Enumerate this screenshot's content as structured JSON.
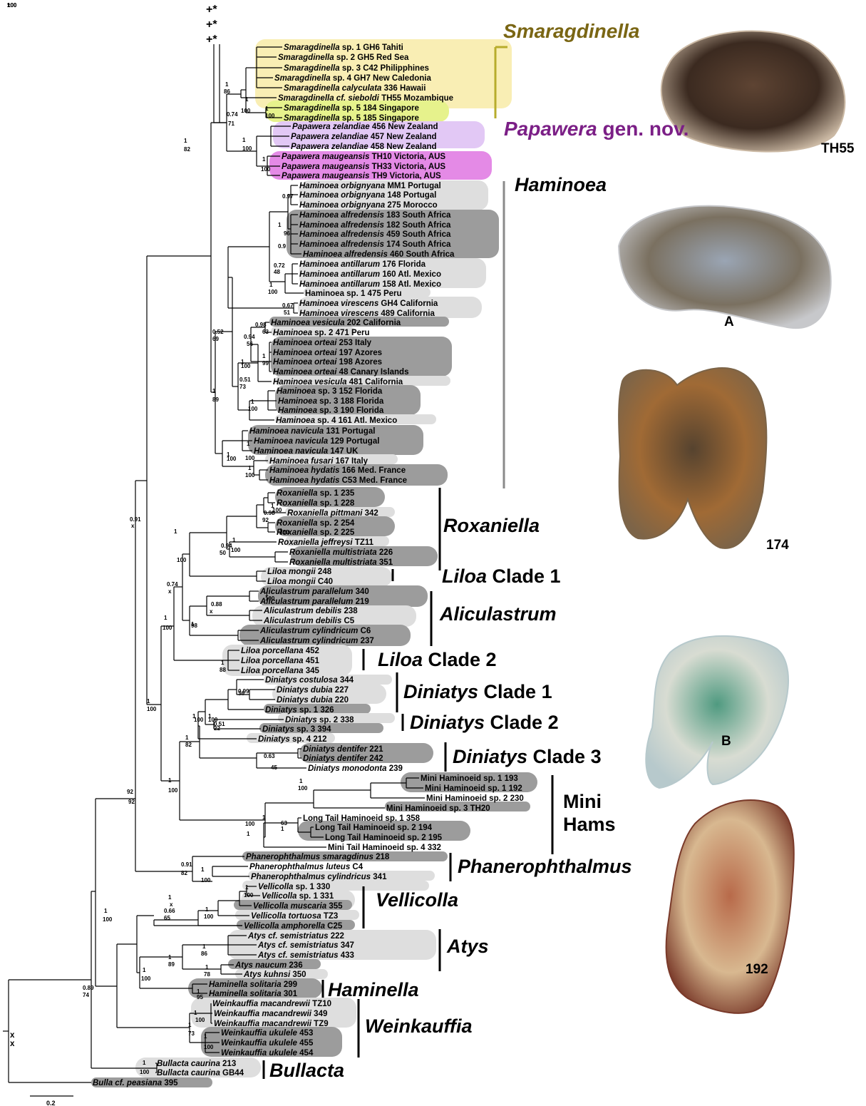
{
  "root_markers": {
    "top": "x",
    "bottom": "x"
  },
  "star_rows": [
    "+*",
    "+*",
    "+*"
  ],
  "scale_bar_label": "0.2",
  "taxa": [
    {
      "genus": "Smaragdinella",
      "rest": "sp. 1 GH6 Tahiti"
    },
    {
      "genus": "Smaragdinella",
      "rest": "sp. 2 GH5 Red Sea"
    },
    {
      "genus": "Smaragdinella",
      "rest": "sp. 3 C42 Philipphines"
    },
    {
      "genus": "Smaragdinella",
      "rest": "sp. 4 GH7 New Caledonia"
    },
    {
      "genus": "Smaragdinella calyculata",
      "rest": "336 Hawaii"
    },
    {
      "genus": "Smaragdinella cf. sieboldi",
      "rest": "TH55 Mozambique"
    },
    {
      "genus": "Smaragdinella",
      "rest": "sp. 5 184 Singapore"
    },
    {
      "genus": "Smaragdinella",
      "rest": "sp. 5 185 Singapore"
    },
    {
      "genus": "Papawera zelandiae",
      "rest": "456 New Zealand"
    },
    {
      "genus": "Papawera zelandiae",
      "rest": "457 New Zealand"
    },
    {
      "genus": "Papawera zelandiae",
      "rest": "458 New Zealand"
    },
    {
      "genus": "Papawera maugeansis",
      "rest": "TH10 Victoria, AUS"
    },
    {
      "genus": "Papawera maugeansis",
      "rest": "TH33 Victoria, AUS"
    },
    {
      "genus": "Papawera maugeansis",
      "rest": "TH9 Victoria, AUS"
    },
    {
      "genus": "Haminoea orbignyana",
      "rest": "MM1 Portugal"
    },
    {
      "genus": "Haminoea orbignyana",
      "rest": "148 Portugal"
    },
    {
      "genus": "Haminoea orbignyana",
      "rest": "275 Morocco"
    },
    {
      "genus": "Haminoea alfredensis",
      "rest": "183 South Africa"
    },
    {
      "genus": "Haminoea alfredensis",
      "rest": "182 South Africa"
    },
    {
      "genus": "Haminoea alfredensis",
      "rest": "459 South Africa"
    },
    {
      "genus": "Haminoea alfredensis",
      "rest": "174 South Africa"
    },
    {
      "genus": "Haminoea alfredensis",
      "rest": "460 South Africa"
    },
    {
      "genus": "Haminoea antillarum",
      "rest": "176 Florida"
    },
    {
      "genus": "Haminoea antillarum",
      "rest": "160 Atl. Mexico"
    },
    {
      "genus": "Haminoea antillarum",
      "rest": "158 Atl. Mexico"
    },
    {
      "genus": "",
      "rest": "Haminoea sp. 1 475 Peru"
    },
    {
      "genus": "Haminoea virescens",
      "rest": "GH4 California"
    },
    {
      "genus": "Haminoea virescens",
      "rest": "489 California"
    },
    {
      "genus": "Haminoea vesicula",
      "rest": "202 California"
    },
    {
      "genus": "Haminoea",
      "rest": "sp. 2 471 Peru"
    },
    {
      "genus": "Haminoea orteai",
      "rest": "253 Italy"
    },
    {
      "genus": "Haminoea orteai",
      "rest": "197 Azores"
    },
    {
      "genus": "Haminoea orteai",
      "rest": "198 Azores"
    },
    {
      "genus": "Haminoea orteai",
      "rest": "48 Canary Islands"
    },
    {
      "genus": "Haminoea vesicula",
      "rest": "481 California"
    },
    {
      "genus": "Haminoea",
      "rest": "sp. 3 152 Florida"
    },
    {
      "genus": "Haminoea",
      "rest": "sp. 3 188 Florida"
    },
    {
      "genus": "Haminoea",
      "rest": "sp. 3 190 Florida"
    },
    {
      "genus": "Haminoea",
      "rest": "sp. 4 161 Atl. Mexico"
    },
    {
      "genus": "Haminoea navicula",
      "rest": "131 Portugal"
    },
    {
      "genus": "Haminoea navicula",
      "rest": "129 Portugal"
    },
    {
      "genus": "Haminoea navicula",
      "rest": "147 UK"
    },
    {
      "genus": "Haminoea fusari",
      "rest": "167 Italy"
    },
    {
      "genus": "Haminoea hydatis",
      "rest": "166 Med. France"
    },
    {
      "genus": "Haminoea hydatis",
      "rest": "C53 Med. France"
    },
    {
      "genus": "Roxaniella",
      "rest": "sp. 1 235"
    },
    {
      "genus": "Roxaniella",
      "rest": "sp. 1 228"
    },
    {
      "genus": "Roxaniella pittmani",
      "rest": "342"
    },
    {
      "genus": "Roxaniella",
      "rest": "sp. 2 254"
    },
    {
      "genus": "Roxaniella",
      "rest": "sp. 2 225"
    },
    {
      "genus": "Roxaniella jeffreysi",
      "rest": "TZ11"
    },
    {
      "genus": "Roxaniella multistriata",
      "rest": "226"
    },
    {
      "genus": "Roxaniella multistriata",
      "rest": "351"
    },
    {
      "genus": "Liloa mongii",
      "rest": "248"
    },
    {
      "genus": "Liloa mongii",
      "rest": "C40"
    },
    {
      "genus": "Aliculastrum parallelum",
      "rest": "340"
    },
    {
      "genus": "Aliculastrum parallelum",
      "rest": "219"
    },
    {
      "genus": "Aliculastrum debilis",
      "rest": "238"
    },
    {
      "genus": "Aliculastrum debilis",
      "rest": "C5"
    },
    {
      "genus": "Aliculastrum cylindricum",
      "rest": "C6"
    },
    {
      "genus": "Aliculastrum cylindricum",
      "rest": "237"
    },
    {
      "genus": "Liloa porcellana",
      "rest": "452"
    },
    {
      "genus": "Liloa porcellana",
      "rest": "451"
    },
    {
      "genus": "Liloa porcellana",
      "rest": "345"
    },
    {
      "genus": "Diniatys costulosa",
      "rest": "344"
    },
    {
      "genus": "Diniatys dubia",
      "rest": "227"
    },
    {
      "genus": "Diniatys dubia",
      "rest": "220"
    },
    {
      "genus": "Diniatys",
      "rest": "sp. 1 326"
    },
    {
      "genus": "Diniatys",
      "rest": "sp. 2 338"
    },
    {
      "genus": "Diniatys",
      "rest": "sp. 3 394"
    },
    {
      "genus": "Diniatys",
      "rest": "sp. 4 212"
    },
    {
      "genus": "Diniatys dentifer",
      "rest": "221"
    },
    {
      "genus": "Diniatys dentifer",
      "rest": "242"
    },
    {
      "genus": "Diniatys monodonta",
      "rest": "239"
    },
    {
      "genus": "",
      "rest": "Mini Haminoeid sp. 1 193"
    },
    {
      "genus": "",
      "rest": "Mini Haminoeid sp. 1 192"
    },
    {
      "genus": "",
      "rest": "Mini Haminoeid sp. 2 230"
    },
    {
      "genus": "",
      "rest": "Mini Haminoeid sp. 3 TH20"
    },
    {
      "genus": "",
      "rest": "Long Tail Haminoeid sp. 1 358"
    },
    {
      "genus": "",
      "rest": "Long Tail Haminoeid sp. 2 194"
    },
    {
      "genus": "",
      "rest": "Long Tail Haminoeid sp. 2 195"
    },
    {
      "genus": "",
      "rest": "Mini Tail Haminoeid sp. 4 332"
    },
    {
      "genus": "Phanerophthalmus smaragdinus",
      "rest": "218"
    },
    {
      "genus": "Phanerophthalmus luteus",
      "rest": "C4"
    },
    {
      "genus": "Phanerophthalmus cylindricus",
      "rest": "341"
    },
    {
      "genus": "Vellicolla",
      "rest": "sp. 1 330"
    },
    {
      "genus": "Vellicolla",
      "rest": "sp. 1 331"
    },
    {
      "genus": "Vellicolla muscaria",
      "rest": "355"
    },
    {
      "genus": "Vellicolla tortuosa",
      "rest": "TZ3"
    },
    {
      "genus": "Vellicolla amphorella",
      "rest": "C25"
    },
    {
      "genus": "Atys cf. semistriatus",
      "rest": "222"
    },
    {
      "genus": "Atys cf. semistriatus",
      "rest": "347"
    },
    {
      "genus": "Atys cf. semistriatus",
      "rest": "433"
    },
    {
      "genus": "Atys naucum",
      "rest": "236"
    },
    {
      "genus": "Atys kuhnsi",
      "rest": "350"
    },
    {
      "genus": "Haminella solitaria",
      "rest": "299"
    },
    {
      "genus": "Haminella solitaria",
      "rest": "301"
    },
    {
      "genus": "Weinkauffia macandrewii",
      "rest": "TZ10"
    },
    {
      "genus": "Weinkauffia macandrewii",
      "rest": "349"
    },
    {
      "genus": "Weinkauffia macandrewii",
      "rest": "TZ9"
    },
    {
      "genus": "Weinkauffia ukulele",
      "rest": "453"
    },
    {
      "genus": "Weinkauffia ukulele",
      "rest": "455"
    },
    {
      "genus": "Weinkauffia ukulele",
      "rest": "454"
    },
    {
      "genus": "Bullacta caurina",
      "rest": "213"
    },
    {
      "genus": "Bullacta caurina",
      "rest": "GB44"
    },
    {
      "genus": "Bulla cf. peasiana",
      "rest": "395"
    }
  ],
  "clades": [
    {
      "italic": "Smaragdinella",
      "plain": "",
      "color": "#7a6614"
    },
    {
      "italic": "Papawera",
      "plain": " gen. nov.",
      "color": "#7b1f86"
    },
    {
      "italic": "Haminoea",
      "plain": "",
      "color": "#000000"
    },
    {
      "italic": "Roxaniella",
      "plain": "",
      "color": "#000000"
    },
    {
      "italic": "Liloa",
      "plain": " Clade 1",
      "color": "#000000"
    },
    {
      "italic": "Aliculastrum",
      "plain": "",
      "color": "#000000"
    },
    {
      "italic": "Liloa",
      "plain": " Clade 2",
      "color": "#000000"
    },
    {
      "italic": "Diniatys",
      "plain": " Clade 1",
      "color": "#000000"
    },
    {
      "italic": "Diniatys",
      "plain": " Clade 2",
      "color": "#000000"
    },
    {
      "italic": "Diniatys",
      "plain": " Clade 3",
      "color": "#000000"
    },
    {
      "italic": "",
      "plain": "Mini",
      "color": "#000000"
    },
    {
      "italic": "",
      "plain": "Hams",
      "color": "#000000"
    },
    {
      "italic": "Phanerophthalmus",
      "plain": "",
      "color": "#000000"
    },
    {
      "italic": "Vellicolla",
      "plain": "",
      "color": "#000000"
    },
    {
      "italic": "Atys",
      "plain": "",
      "color": "#000000"
    },
    {
      "italic": "Haminella",
      "plain": "",
      "color": "#000000"
    },
    {
      "italic": "Weinkauffia",
      "plain": "",
      "color": "#000000"
    },
    {
      "italic": "Bullacta",
      "plain": "",
      "color": "#000000"
    }
  ],
  "supports": [
    "1",
    "82",
    "1",
    "86",
    "1",
    "100",
    "1",
    "100",
    "0.74",
    "71",
    "1",
    "100",
    "1",
    "100",
    "0.97",
    "1",
    "96",
    "0.9",
    "0.72",
    "48",
    "1",
    "100",
    "0.67",
    "51",
    "0.52",
    "69",
    "0.98",
    "63",
    "0.94",
    "56",
    "1",
    "99",
    "1",
    "100",
    "0.51",
    "73",
    "1",
    "100",
    "1",
    "89",
    "1",
    "100",
    "1",
    "100",
    "1",
    "100",
    "0.91",
    "x",
    "1",
    "100",
    "0.98",
    "92",
    "1",
    "100",
    "1",
    "100",
    "0.94",
    "50",
    "1",
    "100",
    "0.74",
    "x",
    "0.88",
    "x",
    "1",
    "98",
    "1",
    "100",
    "1",
    "100",
    "1",
    "88",
    "1",
    "100",
    "0.99",
    "36",
    "1",
    "100",
    "1",
    "100",
    "0.51",
    "22",
    "1",
    "82",
    "0.63",
    "45",
    "1",
    "100",
    "1",
    "100",
    "1",
    "63",
    "1",
    "100",
    "1",
    "92",
    "92",
    "0.91",
    "82",
    "1",
    "100",
    "1",
    "x",
    "1",
    "100",
    "1",
    "100",
    "0.66",
    "65",
    "1",
    "100",
    "1",
    "86",
    "1",
    "89",
    "1",
    "78",
    "1",
    "100",
    "1",
    "95",
    "1",
    "100",
    "1",
    "73",
    "1",
    "100",
    "0.89",
    "74",
    "1",
    "100",
    "1",
    "100",
    "1",
    "x",
    "1",
    "100"
  ],
  "photos": [
    {
      "label": "TH55",
      "colors": [
        "#cbb9a4",
        "#5e4433",
        "#3b2a20"
      ]
    },
    {
      "label": "A",
      "colors": [
        "#c7c8cb",
        "#9aa5b4",
        "#7a7060"
      ]
    },
    {
      "label": "174",
      "colors": [
        "#7c6448",
        "#56432f",
        "#a06a35"
      ]
    },
    {
      "label": "B",
      "colors": [
        "#b7c9cc",
        "#4f9a80",
        "#d8dcd2"
      ]
    },
    {
      "label": "192",
      "colors": [
        "#7a3a2a",
        "#b86a4a",
        "#d8b890"
      ]
    }
  ],
  "highlight_colors": {
    "yellow": "#f9eeb4",
    "lime": "#e6f28c",
    "violet": "#e2c8f5",
    "magenta": "#e48ae6",
    "light": "#dedede",
    "dark": "#9c9c9c",
    "smaragdinella_bar": "#b7ac2c",
    "papawera_bar": "#7b1f86",
    "haminoea_bar": "#8a8a8a"
  }
}
